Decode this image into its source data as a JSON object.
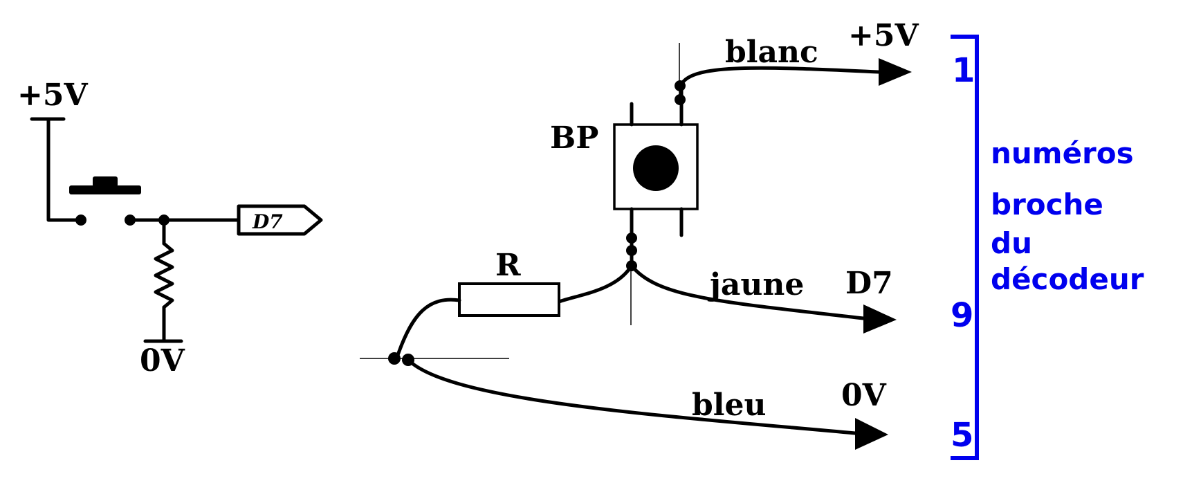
{
  "schematic": {
    "supply_label": "+5V",
    "ground_label": "0V",
    "output_label": "D7"
  },
  "wiring": {
    "button_label": "BP",
    "resistor_label": "R",
    "wire_white": "blanc",
    "wire_white_signal": "+5V",
    "wire_yellow": "jaune",
    "wire_yellow_signal": "D7",
    "wire_blue": "bleu",
    "wire_blue_signal": "0V"
  },
  "connector": {
    "pin_top": "1",
    "pin_middle": "9",
    "pin_bottom": "5",
    "caption_lines": [
      "numéros",
      "broche",
      "du",
      "décodeur"
    ]
  },
  "colors": {
    "ink": "#000000",
    "annotation": "#0000ee",
    "background": "#ffffff"
  }
}
